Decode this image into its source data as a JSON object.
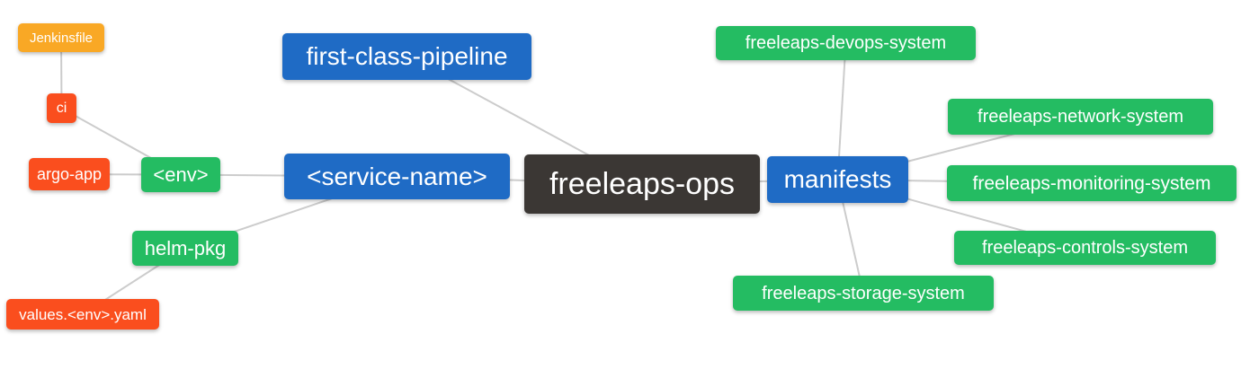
{
  "diagram": {
    "type": "mindmap",
    "background": "#FFFFFF",
    "edge_color": "#CCCCCC",
    "node_text_color": "#FFFFFF",
    "palette": {
      "root_dark": "#3B3734",
      "branch_blue": "#1F6BC5",
      "leaf_green": "#24BC62",
      "leaf_red_orange": "#FA4E1E",
      "leaf_amber": "#F9A825"
    },
    "root": "freeleaps_ops",
    "nodes": {
      "freeleaps_ops": {
        "label": "freeleaps-ops",
        "color": "#3B3734"
      },
      "first_class_pipeline": {
        "label": "first-class-pipeline",
        "color": "#1F6BC5"
      },
      "service_name": {
        "label": "<service-name>",
        "color": "#1F6BC5"
      },
      "manifests": {
        "label": "manifests",
        "color": "#1F6BC5"
      },
      "env": {
        "label": "<env>",
        "color": "#24BC62"
      },
      "helm_pkg": {
        "label": "helm-pkg",
        "color": "#24BC62"
      },
      "ci": {
        "label": "ci",
        "color": "#FA4E1E"
      },
      "argo_app": {
        "label": "argo-app",
        "color": "#FA4E1E"
      },
      "values_env_yaml": {
        "label": "values.<env>.yaml",
        "color": "#FA4E1E"
      },
      "jenkinsfile": {
        "label": "Jenkinsfile",
        "color": "#F9A825"
      },
      "devops_system": {
        "label": "freeleaps-devops-system",
        "color": "#24BC62"
      },
      "network_system": {
        "label": "freeleaps-network-system",
        "color": "#24BC62"
      },
      "monitoring_system": {
        "label": "freeleaps-monitoring-system",
        "color": "#24BC62"
      },
      "controls_system": {
        "label": "freeleaps-controls-system",
        "color": "#24BC62"
      },
      "storage_system": {
        "label": "freeleaps-storage-system",
        "color": "#24BC62"
      }
    },
    "edges": [
      {
        "from": "jenkinsfile",
        "to": "ci"
      },
      {
        "from": "ci",
        "to": "env"
      },
      {
        "from": "argo_app",
        "to": "env"
      },
      {
        "from": "env",
        "to": "service_name"
      },
      {
        "from": "helm_pkg",
        "to": "service_name"
      },
      {
        "from": "values_env_yaml",
        "to": "helm_pkg"
      },
      {
        "from": "first_class_pipeline",
        "to": "freeleaps_ops"
      },
      {
        "from": "service_name",
        "to": "freeleaps_ops"
      },
      {
        "from": "freeleaps_ops",
        "to": "manifests"
      },
      {
        "from": "manifests",
        "to": "devops_system"
      },
      {
        "from": "manifests",
        "to": "network_system"
      },
      {
        "from": "manifests",
        "to": "monitoring_system"
      },
      {
        "from": "manifests",
        "to": "controls_system"
      },
      {
        "from": "manifests",
        "to": "storage_system"
      }
    ]
  }
}
